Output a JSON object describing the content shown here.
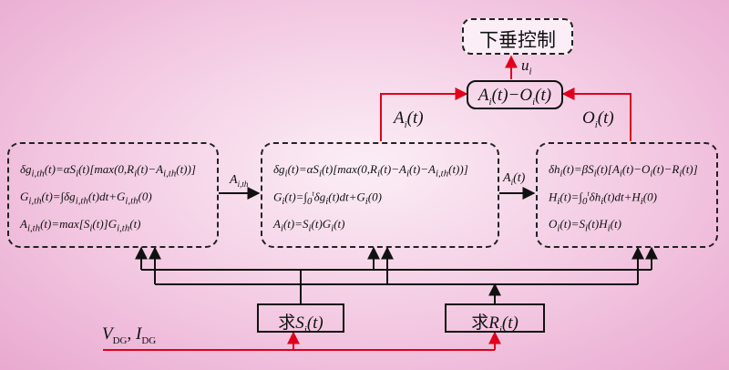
{
  "title_box": "下垂控制",
  "output_signal": "u_i",
  "combiner": "A_i(t)−O_i(t)",
  "arrow_labels": {
    "a_to_combiner": "A_i(t)",
    "o_to_combiner": "O_i(t)",
    "left_to_mid": "A_i,th",
    "mid_to_right": "A_i(t)"
  },
  "left_block": {
    "eq1": "δg_i,th(t)=αS_i(t)[max(0,R_i(t)−A_i,th(t))]",
    "eq2": "G_i,th(t)=∫δg_i,th(t)dt+G_i,th(0)",
    "eq3": "A_i,th(t)=max[S_i(t)]G_i,th(t)"
  },
  "mid_block": {
    "eq1": "δg_i(t)=αS_i(t)[max(0,R_i(t)−A_i(t)−A_i,th(t))]",
    "eq2": "G_i(t)=∫_0^t δg_i(t)dt+G_i(0)",
    "eq3": "A_i(t)=S_i(t)G_i(t)"
  },
  "right_block": {
    "eq1": "δh_i(t)=βS_i(t)[A_i(t)−O_i(t)−R_i(t)]",
    "eq2": "H_i(t)=∫_0^t δh_i(t)dt+H_i(0)",
    "eq3": "O_i(t)=S_i(t)H_i(t)"
  },
  "compute_s": "求S_i(t)",
  "compute_r": "求R_i(t)",
  "input_signal": "V_DG, I_DG",
  "colors": {
    "red": "#e0001b",
    "black": "#111111",
    "bg": "#f3c9e2"
  }
}
